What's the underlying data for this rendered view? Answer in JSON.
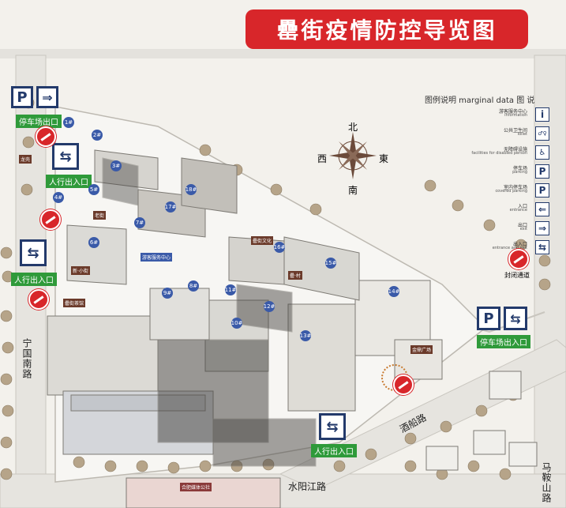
{
  "title": "罍街疫情防控导览图",
  "compass": {
    "north": "北",
    "south": "南",
    "east": "東",
    "west": "西"
  },
  "legend": {
    "heading": "图例说明  marginal data  图 说",
    "items": [
      {
        "zh": "游客服务中心",
        "en": "information",
        "icon": "info-icon",
        "glyph": "i"
      },
      {
        "zh": "公共卫生间",
        "en": "Toilet",
        "icon": "toilet-icon",
        "glyph": "♂♀"
      },
      {
        "zh": "无障碍设施",
        "en": "facilities for disabled person",
        "icon": "wheelchair-icon",
        "glyph": "♿"
      },
      {
        "zh": "停车场",
        "en": "parking",
        "icon": "parking-icon",
        "glyph": "P"
      },
      {
        "zh": "室内停车场",
        "en": "covered parking",
        "icon": "covered-parking-icon",
        "glyph": "P"
      },
      {
        "zh": "入口",
        "en": "entrance",
        "icon": "entrance-icon",
        "glyph": "⇐"
      },
      {
        "zh": "出口",
        "en": "exit",
        "icon": "exit-icon",
        "glyph": "⇒"
      },
      {
        "zh": "出入口",
        "en": "entrance and exit",
        "icon": "entrance-exit-icon",
        "glyph": "⇆"
      }
    ],
    "closed_label": "封闭通道"
  },
  "access_points": {
    "parking_exit_nw": "停车场出口",
    "pedestrian_nw": "人行出入口",
    "pedestrian_w": "人行出入口",
    "parking_ee": "停车场出入口",
    "pedestrian_s": "人行出入口"
  },
  "roads": {
    "ningguo": "宁国南路",
    "jiuchuan": "酒船路",
    "shuiyangjiang": "水阳江路",
    "maanshan": "马鞍山路"
  },
  "building_labels": {
    "longxuan": "龙壳",
    "xinkuai": "新·小街",
    "laojie_tea": "罍街茶馆",
    "stage": "游客服务中心",
    "wenxin": "罍·村",
    "jinguang": "金鼎广场",
    "shibei": "合肥媒体公社",
    "tianshu": "罍街文化",
    "youjie": "老街"
  },
  "building_numbers": [
    "1#",
    "2#",
    "3#",
    "4#",
    "5#",
    "6#",
    "7#",
    "8#",
    "9#",
    "10#",
    "11#",
    "12#",
    "13#",
    "14#",
    "15#",
    "16#",
    "17#",
    "18#"
  ],
  "colors": {
    "banner": "#d8262a",
    "sign": "#233a6b",
    "green": "#2f9a3a",
    "closed": "#d8262a"
  }
}
